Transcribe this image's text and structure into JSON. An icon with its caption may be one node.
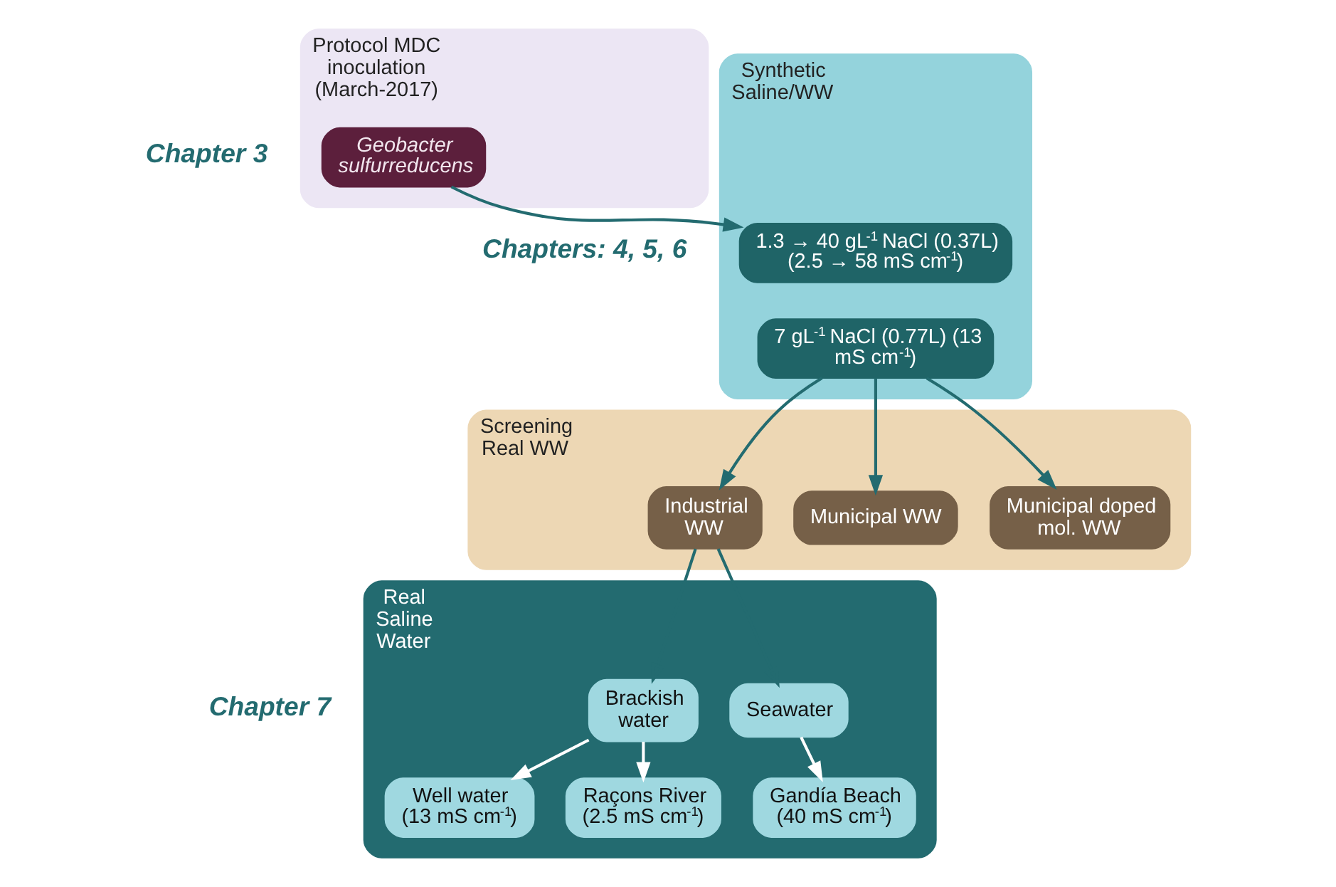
{
  "diagram": {
    "nodes": [
      {
        "text": [
          "Protocol MDC inoculation (March-2017)"
        ]
      },
      {
        "text": [
          "Geobacter sulfurreducens"
        ],
        "in": 0
      },
      {
        "text": [
          "Synthetic Saline/WW"
        ]
      },
      {
        "text": [
          "1.3 → 40 gL$^{-1}$ NaCl (0.37L) (2.5 → 58 mS cm$^{-1}$)"
        ],
        "in": 2
      },
      {
        "text": [
          "7 gL$^{-1}$ NaCl (0.77L) (13 mS cm$^{-1}$)"
        ],
        "in": 2
      },
      {
        "text": [
          "Screening Real WW"
        ]
      },
      {
        "text": [
          "Industrial WW"
        ],
        "in": 5
      },
      {
        "text": [
          "Municipal WW"
        ],
        "in": 5
      },
      {
        "text": [
          "Municipal doped mol. WW"
        ],
        "in": 5
      },
      {
        "text": [
          "Real Saline Water"
        ]
      },
      {
        "text": [
          "Brackish water"
        ],
        "in": 9
      },
      {
        "text": [
          "Seawater"
        ],
        "in": 9
      },
      {
        "text": [
          "Well water (13 mS cm$^{-1}$)"
        ],
        "in": 9
      },
      {
        "text": [
          "Raçons River (2.5 mS cm$^{-1}$)"
        ],
        "in": 9
      },
      {
        "text": [
          "Gandía Beach (40 mS cm$^{-1}$)"
        ],
        "in": 9
      }
    ],
    "edges": [
      {
        "from": 1,
        "to": 3,
        "arrow": "to"
      },
      {
        "from": 4,
        "to": 6,
        "arrow": "to"
      },
      {
        "from": 4,
        "to": 7,
        "arrow": "to"
      },
      {
        "from": 4,
        "to": 8,
        "arrow": "to"
      },
      {
        "from": 6,
        "to": 10,
        "arrow": "to"
      },
      {
        "from": 6,
        "to": 11,
        "arrow": "to"
      },
      {
        "from": 10,
        "to": 12,
        "arrow": "to",
        "color": "#ffffff"
      },
      {
        "from": 10,
        "to": 13,
        "arrow": "to",
        "color": "#ffffff"
      },
      {
        "from": 11,
        "to": 14,
        "arrow": "to",
        "color": "#ffffff"
      }
    ],
    "labels": [
      "Chapter 3",
      "Chapters: 4, 5, 6",
      "Chapter 7"
    ]
  }
}
